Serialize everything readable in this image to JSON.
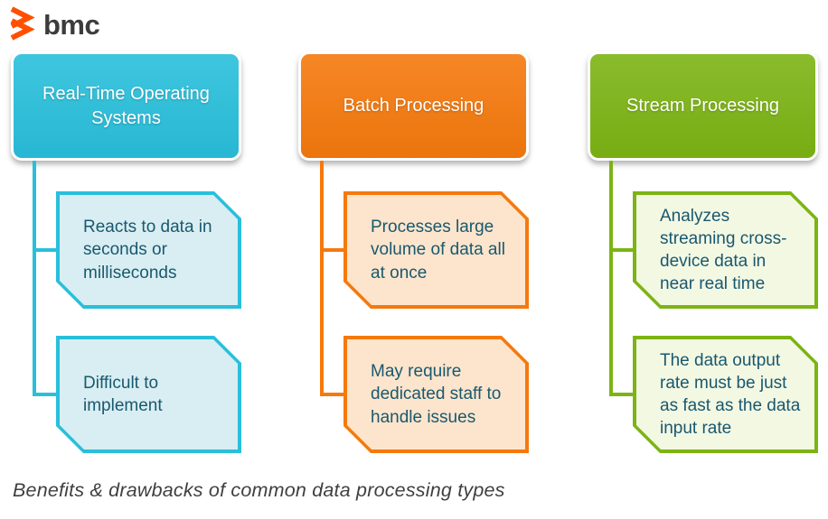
{
  "logo": {
    "brand": "bmc",
    "mark_color": "#fe5000",
    "text_color": "#3c3c3c"
  },
  "caption": "Benefits & drawbacks of common data processing types",
  "columns": [
    {
      "id": "real-time-operating-systems",
      "accent_color": "#29bfdb",
      "fill_color": "#d9eef2",
      "title": "Real-Time Operating\nSystems",
      "items": [
        "Reacts to data in\nseconds or\nmilliseconds",
        "Difficult to\nimplement"
      ]
    },
    {
      "id": "batch-processing",
      "accent_color": "#f5790d",
      "fill_color": "#fce5cc",
      "title": "Batch Processing",
      "items": [
        "Processes large\nvolume of data all\nat once",
        "May require\ndedicated staff to\nhandle issues"
      ]
    },
    {
      "id": "stream-processing",
      "accent_color": "#7cb414",
      "fill_color": "#f3f8e3",
      "title": "Stream Processing",
      "items": [
        "Analyzes\nstreaming cross-\ndevice data in\nnear real time",
        "The data output\nrate must be just\nas fast as the data\ninput rate"
      ]
    }
  ],
  "child_text_color": "#19586f",
  "caption_color": "#3f3f3f"
}
